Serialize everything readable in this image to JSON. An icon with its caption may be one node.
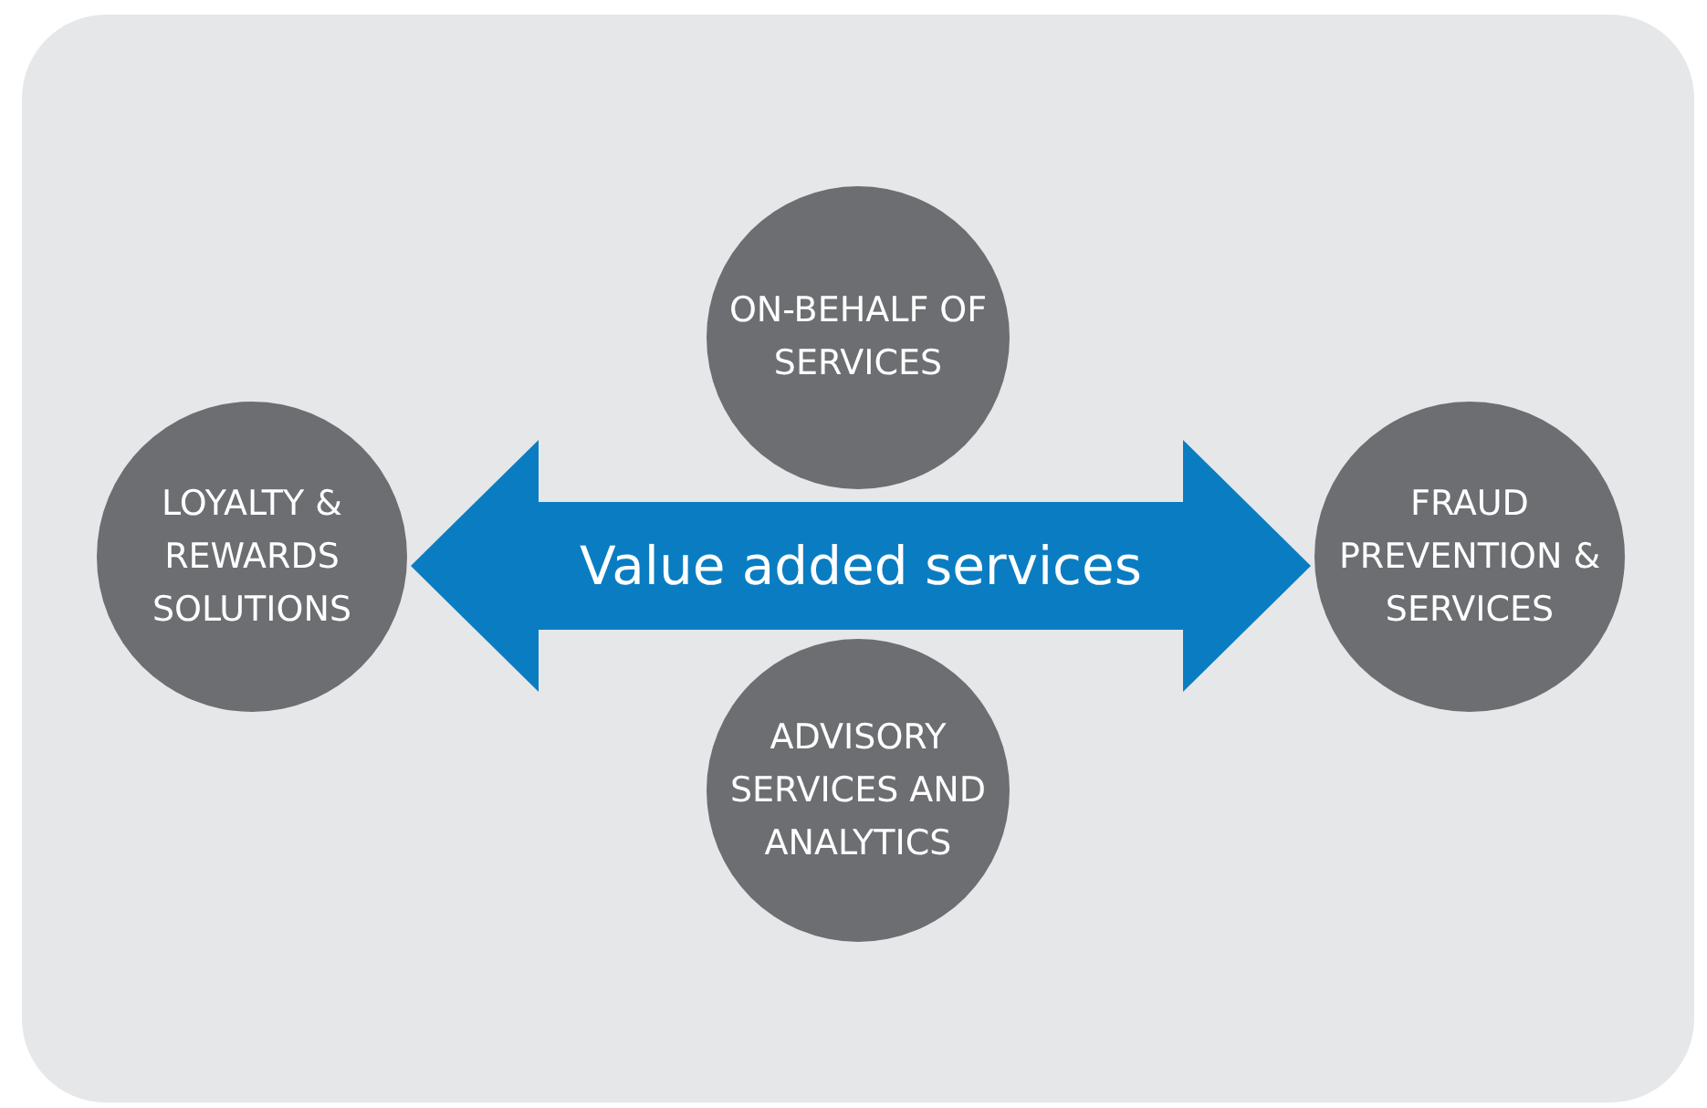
{
  "diagram": {
    "nodes": [
      {
        "text": [
          "ON-BEHALF OF SERVICES"
        ]
      },
      {
        "text": [
          "LOYALTY & REWARDS SOLUTIONS"
        ]
      },
      {
        "text": [
          "FRAUD PREVENTION & SERVICES"
        ]
      },
      {
        "text": [
          "ADVISORY SERVICES AND ANALYTICS"
        ]
      }
    ],
    "edges": [
      {
        "from": 1,
        "to": 2,
        "arrow": "both",
        "label": "Value added services"
      }
    ]
  }
}
